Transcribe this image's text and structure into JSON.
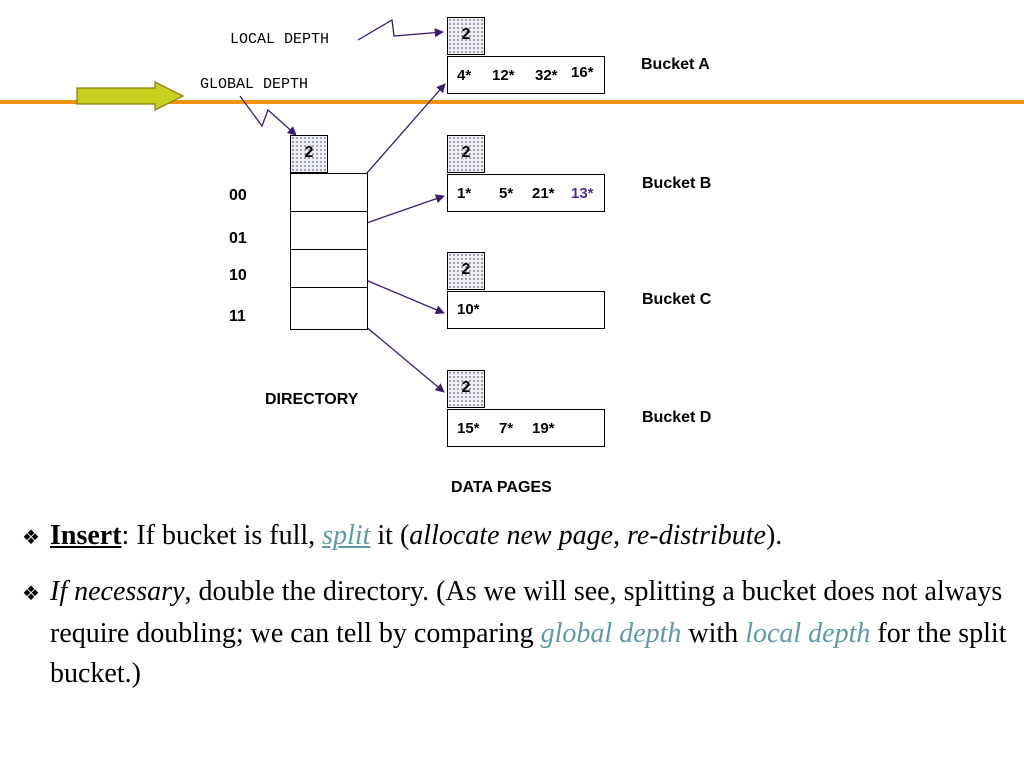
{
  "labels": {
    "local_depth": "LOCAL DEPTH",
    "global_depth": "GLOBAL DEPTH",
    "directory": "DIRECTORY",
    "data_pages": "DATA PAGES"
  },
  "directory": {
    "global_depth_value": "2",
    "entries": [
      "00",
      "01",
      "10",
      "11"
    ]
  },
  "buckets": [
    {
      "name": "Bucket A",
      "local_depth": "2",
      "entries": [
        "4*",
        "12*",
        "32*",
        "16*"
      ]
    },
    {
      "name": "Bucket B",
      "local_depth": "2",
      "entries": [
        "1*",
        "5*",
        "21*",
        "13*"
      ]
    },
    {
      "name": "Bucket C",
      "local_depth": "2",
      "entries": [
        "10*"
      ]
    },
    {
      "name": "Bucket D",
      "local_depth": "2",
      "entries": [
        "15*",
        "7*",
        "19*"
      ]
    }
  ],
  "bullets": {
    "bullet_symbol": "❖",
    "b1": {
      "insert": "Insert",
      "colon": ":  If bucket is full, ",
      "split": "split",
      "it": " it (",
      "allocate": "allocate new page, re-distribute",
      "end": ")."
    },
    "b2": {
      "if_necessary": "If necessary",
      "t1": ", double the directory.  (As we will see, splitting a bucket does not always require doubling; we can tell by comparing ",
      "global_depth": "global depth",
      "with": " with ",
      "local_depth": "local depth",
      "t2": " for the split bucket.)"
    }
  },
  "colors": {
    "accent_line": "#f0940f",
    "arrow_fill": "#c8d21e",
    "pointer_line": "#3c1a6e",
    "highlight_text": "#5a2a8a",
    "teal_text": "#5e9aa5",
    "dotted_fill": "#eef0f6"
  }
}
